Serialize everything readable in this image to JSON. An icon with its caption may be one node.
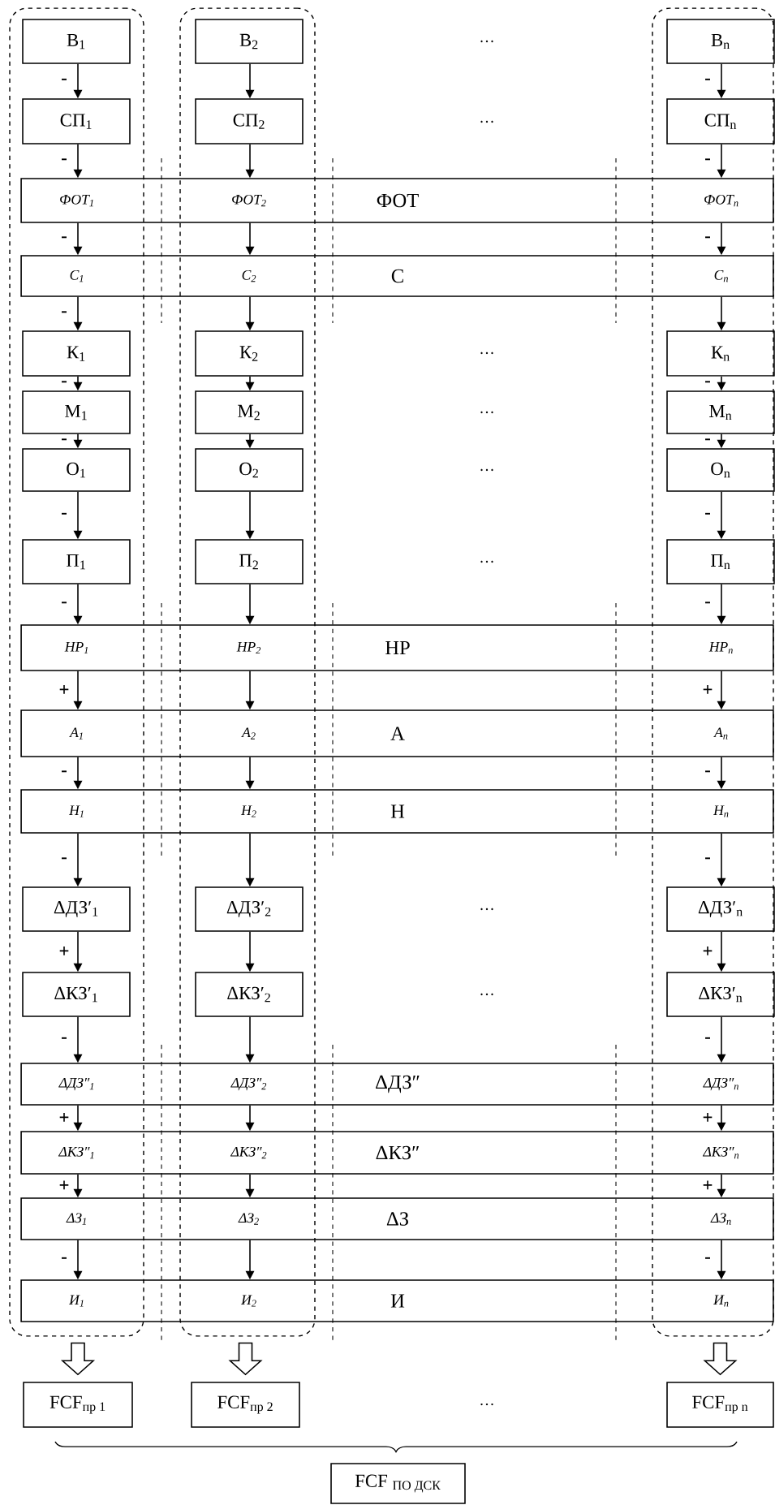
{
  "diagram": {
    "nodes": [
      {
        "text": [],
        "shape": "box"
      },
      {
        "text": [],
        "shape": "box"
      },
      {
        "text": [],
        "shape": "box"
      },
      {
        "text": [
          "В$_{1}$"
        ],
        "in": 0
      },
      {
        "text": [
          "В$_{2}$"
        ],
        "in": 1
      },
      {
        "text": [
          "В$_{n}$"
        ],
        "in": 2
      },
      {
        "text": [
          "СП$_{1}$"
        ],
        "in": 0
      },
      {
        "text": [
          "СП$_{2}$"
        ],
        "in": 1
      },
      {
        "text": [
          "СП$_{n}$"
        ],
        "in": 2
      },
      {
        "text": [
          "ФОТ$_{1}$",
          "ФОТ$_{2}$",
          "ФОТ",
          "ФОТ$_{n}$"
        ]
      },
      {
        "text": [
          "С$_{1}$",
          "С$_{2}$",
          "С",
          "С$_{n}$"
        ]
      },
      {
        "text": [
          "К$_{1}$"
        ],
        "in": 0
      },
      {
        "text": [
          "К$_{2}$"
        ],
        "in": 1
      },
      {
        "text": [
          "К$_{n}$"
        ],
        "in": 2
      },
      {
        "text": [
          "М$_{1}$"
        ],
        "in": 0
      },
      {
        "text": [
          "М$_{2}$"
        ],
        "in": 1
      },
      {
        "text": [
          "М$_{n}$"
        ],
        "in": 2
      },
      {
        "text": [
          "О$_{1}$"
        ],
        "in": 0
      },
      {
        "text": [
          "О$_{2}$"
        ],
        "in": 1
      },
      {
        "text": [
          "О$_{n}$"
        ],
        "in": 2
      },
      {
        "text": [
          "П$_{1}$"
        ],
        "in": 0
      },
      {
        "text": [
          "П$_{2}$"
        ],
        "in": 1
      },
      {
        "text": [
          "П$_{n}$"
        ],
        "in": 2
      },
      {
        "text": [
          "НР$_{1}$",
          "НР$_{2}$",
          "НР",
          "НР$_{n}$"
        ]
      },
      {
        "text": [
          "А$_{1}$",
          "А$_{2}$",
          "А",
          "А$_{n}$"
        ]
      },
      {
        "text": [
          "Н$_{1}$",
          "Н$_{2}$",
          "Н",
          "Н$_{n}$"
        ]
      },
      {
        "text": [
          "ΔДЗ′$_{1}$"
        ],
        "in": 0
      },
      {
        "text": [
          "ΔДЗ′$_{2}$"
        ],
        "in": 1
      },
      {
        "text": [
          "ΔДЗ′$_{n}$"
        ],
        "in": 2
      },
      {
        "text": [
          "ΔКЗ′$_{1}$"
        ],
        "in": 0
      },
      {
        "text": [
          "ΔКЗ′$_{2}$"
        ],
        "in": 1
      },
      {
        "text": [
          "ΔКЗ′$_{n}$"
        ],
        "in": 2
      },
      {
        "text": [
          "ΔДЗ″$_{1}$",
          "ΔДЗ″$_{2}$",
          "ΔДЗ″",
          "ΔДЗ″$_{n}$"
        ]
      },
      {
        "text": [
          "ΔКЗ″$_{1}$",
          "ΔКЗ″$_{2}$",
          "ΔКЗ″",
          "ΔКЗ″$_{n}$"
        ]
      },
      {
        "text": [
          "ΔЗ$_{1}$",
          "ΔЗ$_{2}$",
          "ΔЗ",
          "ΔЗ$_{n}$"
        ]
      },
      {
        "text": [
          "И$_{1}$",
          "И$_{2}$",
          "И",
          "И$_{n}$"
        ]
      },
      {
        "text": [
          "\\text{FCF}_{\\text{пр 1}}"
        ]
      },
      {
        "text": [
          "\\text{FCF}_{\\text{пр 2}}"
        ]
      },
      {
        "text": [
          "\\text{FCF}_{\\text{пр n}}"
        ]
      },
      {
        "text": [
          "\\text{FCF }_{\\text{ПО ДСК}}"
        ]
      }
    ],
    "edges": [
      {
        "from": 3,
        "to": 6,
        "arrow": "to",
        "label": "-"
      },
      {
        "from": 4,
        "to": 7,
        "arrow": "to"
      },
      {
        "from": 5,
        "to": 8,
        "arrow": "to",
        "label": "-"
      },
      {
        "from": 6,
        "to": 9,
        "arrow": "to",
        "label": "-"
      },
      {
        "from": 7,
        "to": 9,
        "arrow": "to"
      },
      {
        "from": 8,
        "to": 9,
        "arrow": "to",
        "label": "-"
      },
      {
        "from": 9,
        "to": 10,
        "arrow": "to",
        "label": "-"
      },
      {
        "from": 9,
        "to": 10,
        "arrow": "to"
      },
      {
        "from": 9,
        "to": 10,
        "arrow": "to",
        "label": "-"
      },
      {
        "from": 10,
        "to": 11,
        "arrow": "to",
        "label": "-"
      },
      {
        "from": 10,
        "to": 12,
        "arrow": "to"
      },
      {
        "from": 10,
        "to": 13,
        "arrow": "to"
      },
      {
        "from": 11,
        "to": 14,
        "arrow": "to",
        "label": "-"
      },
      {
        "from": 12,
        "to": 15,
        "arrow": "to"
      },
      {
        "from": 13,
        "to": 16,
        "arrow": "to",
        "label": "-"
      },
      {
        "from": 14,
        "to": 17,
        "arrow": "to",
        "label": "-"
      },
      {
        "from": 15,
        "to": 18,
        "arrow": "to"
      },
      {
        "from": 16,
        "to": 19,
        "arrow": "to",
        "label": "-"
      },
      {
        "from": 17,
        "to": 20,
        "arrow": "to",
        "label": "-"
      },
      {
        "from": 18,
        "to": 21,
        "arrow": "to"
      },
      {
        "from": 19,
        "to": 22,
        "arrow": "to",
        "label": "-"
      },
      {
        "from": 20,
        "to": 23,
        "arrow": "to",
        "label": "-"
      },
      {
        "from": 21,
        "to": 23,
        "arrow": "to"
      },
      {
        "from": 22,
        "to": 23,
        "arrow": "to",
        "label": "-"
      },
      {
        "from": 23,
        "to": 24,
        "arrow": "to",
        "label": "+"
      },
      {
        "from": 23,
        "to": 24,
        "arrow": "to"
      },
      {
        "from": 23,
        "to": 24,
        "arrow": "to",
        "label": "+"
      },
      {
        "from": 24,
        "to": 25,
        "arrow": "to",
        "label": "-"
      },
      {
        "from": 24,
        "to": 25,
        "arrow": "to"
      },
      {
        "from": 24,
        "to": 25,
        "arrow": "to",
        "label": "-"
      },
      {
        "from": 25,
        "to": 26,
        "arrow": "to",
        "label": "-"
      },
      {
        "from": 25,
        "to": 27,
        "arrow": "to"
      },
      {
        "from": 25,
        "to": 28,
        "arrow": "to",
        "label": "-"
      },
      {
        "from": 26,
        "to": 29,
        "arrow": "to",
        "label": "+"
      },
      {
        "from": 27,
        "to": 30,
        "arrow": "to"
      },
      {
        "from": 28,
        "to": 31,
        "arrow": "to",
        "label": "+"
      },
      {
        "from": 29,
        "to": 32,
        "arrow": "to",
        "label": "-"
      },
      {
        "from": 30,
        "to": 32,
        "arrow": "to"
      },
      {
        "from": 31,
        "to": 32,
        "arrow": "to",
        "label": "-"
      },
      {
        "from": 32,
        "to": 33,
        "arrow": "to",
        "label": "+"
      },
      {
        "from": 32,
        "to": 33,
        "arrow": "to"
      },
      {
        "from": 32,
        "to": 33,
        "arrow": "to",
        "label": "+"
      },
      {
        "from": 33,
        "to": 34,
        "arrow": "to",
        "label": "+"
      },
      {
        "from": 33,
        "to": 34,
        "arrow": "to"
      },
      {
        "from": 33,
        "to": 34,
        "arrow": "to",
        "label": "+"
      },
      {
        "from": 34,
        "to": 35,
        "arrow": "to",
        "label": "-"
      },
      {
        "from": 34,
        "to": 35,
        "arrow": "to"
      },
      {
        "from": 34,
        "to": 35,
        "arrow": "to",
        "label": "-"
      },
      {
        "from": 0,
        "to": 36,
        "arrow": "to"
      },
      {
        "from": 1,
        "to": 37,
        "arrow": "to"
      },
      {
        "from": 2,
        "to": 38,
        "arrow": "to"
      }
    ],
    "labels": [
      "…",
      "…",
      "…",
      "…",
      "…",
      "…",
      "…",
      "…",
      "…"
    ]
  }
}
